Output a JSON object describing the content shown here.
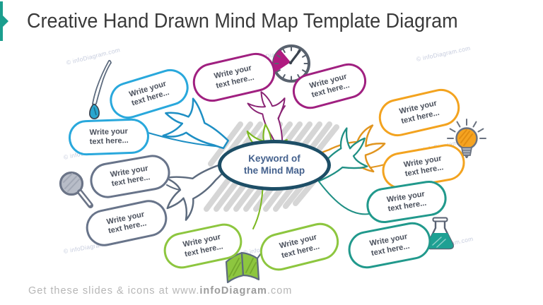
{
  "slide": {
    "title": "Creative Hand Drawn Mind Map Template Diagram",
    "accent_color": "#1b9e8e",
    "watermark": "© infoDiagram.com",
    "footer": {
      "prefix": "Get these slides & icons at www.",
      "brand": "infoDiagram",
      "suffix": ".com"
    }
  },
  "mindmap": {
    "center": {
      "line1": "Keyword of",
      "line2": "the Mind Map",
      "border_color": "#1d4e66",
      "text_color": "#44618d"
    },
    "branch_colors": {
      "blue": "#1e8fc4",
      "purple": "#8a2474",
      "orange": "#e1951f",
      "teal": "#1f8f84",
      "green": "#7cb821",
      "gray": "#5d6b7e"
    },
    "bubbles": [
      {
        "id": "blue-1",
        "color": "#29a8dc",
        "line1": "Write your",
        "line2": "text here..."
      },
      {
        "id": "blue-2",
        "color": "#29a8dc",
        "line1": "Write your",
        "line2": "text here..."
      },
      {
        "id": "gray-1",
        "color": "#68748a",
        "line1": "Write your",
        "line2": "text here..."
      },
      {
        "id": "gray-2",
        "color": "#68748a",
        "line1": "Write your",
        "line2": "text here..."
      },
      {
        "id": "purple-1",
        "color": "#a02080",
        "line1": "Write your",
        "line2": "text here..."
      },
      {
        "id": "purple-2",
        "color": "#a02080",
        "line1": "Write your",
        "line2": "text here..."
      },
      {
        "id": "orange-1",
        "color": "#f3a31f",
        "line1": "Write your",
        "line2": "text here..."
      },
      {
        "id": "orange-2",
        "color": "#f3a31f",
        "line1": "Write your",
        "line2": "text here..."
      },
      {
        "id": "teal-1",
        "color": "#21998c",
        "line1": "Write your",
        "line2": "text here..."
      },
      {
        "id": "teal-2",
        "color": "#21998c",
        "line1": "Write your",
        "line2": "text here..."
      },
      {
        "id": "green-1",
        "color": "#8dc63f",
        "line1": "Write your",
        "line2": "text here..."
      },
      {
        "id": "green-2",
        "color": "#8dc63f",
        "line1": "Write your",
        "line2": "text here..."
      }
    ],
    "icons": [
      {
        "name": "paintbrush-icon",
        "color": "#2aa6cf"
      },
      {
        "name": "stopwatch-icon",
        "color": "#b01b80"
      },
      {
        "name": "lightbulb-icon",
        "color": "#f5a321"
      },
      {
        "name": "magnifier-icon",
        "color": "#6b7487"
      },
      {
        "name": "map-icon",
        "color": "#8dc63f"
      },
      {
        "name": "flask-icon",
        "color": "#1ea093"
      }
    ]
  }
}
